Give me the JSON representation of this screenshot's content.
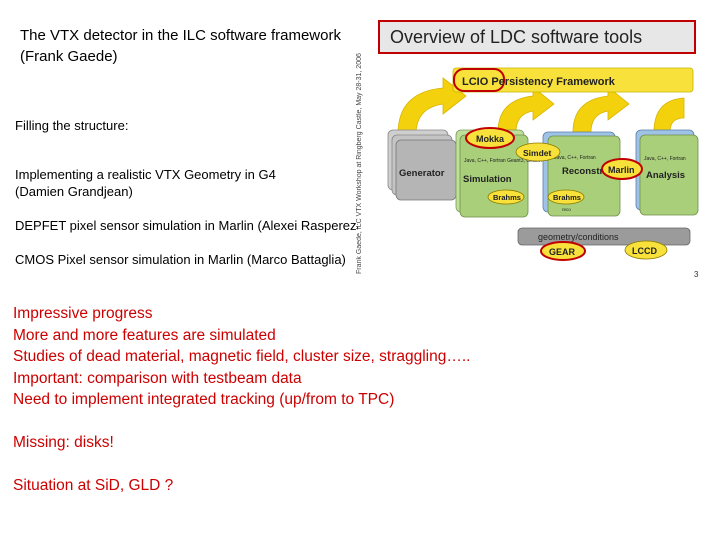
{
  "slide": {
    "title": "The VTX detector in the ILC software framework (Frank Gaede)",
    "items": [
      "Filling the structure:",
      "Implementing a realistic VTX Geometry in G4",
      "(Damien Grandjean)",
      "DEPFET pixel sensor simulation in Marlin (Alexei Raspereza)",
      "CMOS Pixel sensor simulation in Marlin (Marco Battaglia)"
    ],
    "bullets": [
      "Impressive progress",
      "More and more features are simulated",
      "Studies of dead material, magnetic field, cluster size, straggling…..",
      "Important: comparison with testbeam data",
      "Need to implement integrated tracking (up/from to TPC)"
    ],
    "missing": "Missing: disks!",
    "situation": "Situation at SiD, GLD ?"
  },
  "figure": {
    "title": "Overview of LDC software tools",
    "side_text": "Frank Gaede, ILC VTX Workshop at Ringberg Castle, May 28-31, 2006",
    "page_number": "3",
    "boxes": {
      "lcio": "LCIO Persistency Framework",
      "mokka": "Mokka",
      "simdet": "Simdet",
      "generator": "Generator",
      "simulation": "Simulation",
      "reconstruction": "Reconstruction",
      "marlin": "Marlin",
      "analysis": "Analysis",
      "brahms1": "Brahms",
      "brahms2": "Brahms",
      "geometry": "geometry/conditions",
      "gear": "GEAR",
      "lccd": "LCCD",
      "lang1": "Java, C++, Fortran Geant3, Geant4",
      "lang2": "Java, C++, Fortran",
      "lang3": "Java, C++, Fortran",
      "reco_small": "reco"
    },
    "colors": {
      "accent_red": "#c00000",
      "arrow_yellow": "#f4d10d",
      "lcio_yellow": "#f7e13a",
      "box_green": "#a9cf7a",
      "box_blue": "#9fc3e6",
      "box_gray": "#b5b5b5"
    }
  }
}
